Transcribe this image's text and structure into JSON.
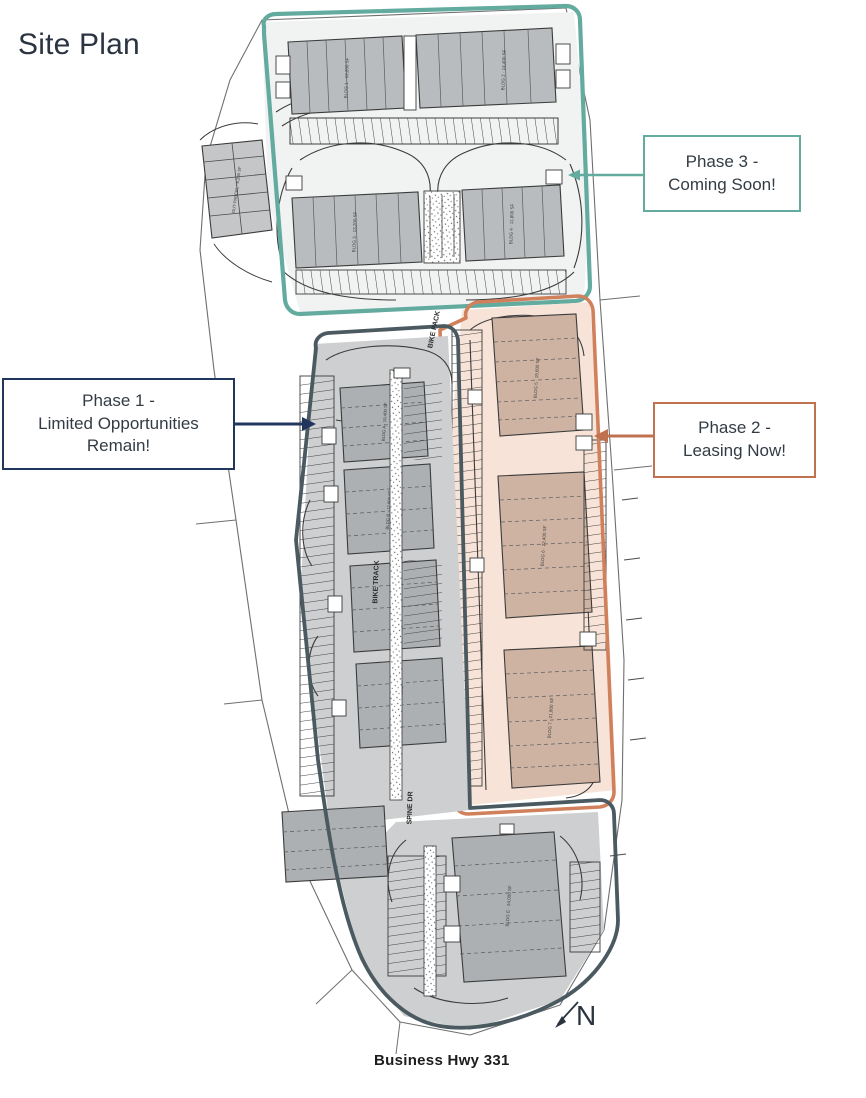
{
  "page": {
    "title": "Site Plan",
    "background_color": "#ffffff"
  },
  "callouts": [
    {
      "id": "phase3",
      "label": "Phase 3 -\nComing Soon!",
      "phase": "Phase 3",
      "status": "Coming Soon!",
      "border_color": "#63ab9e",
      "text_color": "#333c44",
      "points_to": "phase-3-region"
    },
    {
      "id": "phase1",
      "label": "Phase 1 -\nLimited Opportunities\nRemain!",
      "phase": "Phase 1",
      "status": "Limited Opportunities Remain!",
      "border_color": "#21365c",
      "text_color": "#333c44",
      "points_to": "phase-1-region"
    },
    {
      "id": "phase2",
      "label": "Phase 2 -\nLeasing Now!",
      "phase": "Phase 2",
      "status": "Leasing Now!",
      "border_color": "#c0714f",
      "text_color": "#333c44",
      "points_to": "phase-2-region"
    }
  ],
  "map": {
    "road_label": "Business Hwy 331",
    "north_label": "N",
    "street_labels": [
      "BIKE PACK",
      "BIKE TRACK",
      "SPINE DR"
    ],
    "regions": [
      {
        "id": "phase-1-region",
        "name": "Phase 1",
        "outline_color": "#4a5a60",
        "fill_color": "#cdcfd1",
        "building_fill": "#adb0b3"
      },
      {
        "id": "phase-2-region",
        "name": "Phase 2",
        "outline_color": "#d1805c",
        "fill_color": "#f7e3d7",
        "building_fill": "#cfb3a2"
      },
      {
        "id": "phase-3-region",
        "name": "Phase 3",
        "outline_color": "#63ab9e",
        "fill_color": "#f1f3f2",
        "building_fill": "#b9bcbe"
      }
    ],
    "colors": {
      "paper": "#ffffff",
      "linework": "#3b3b3b",
      "parcel_line": "#6f6f6f"
    }
  }
}
